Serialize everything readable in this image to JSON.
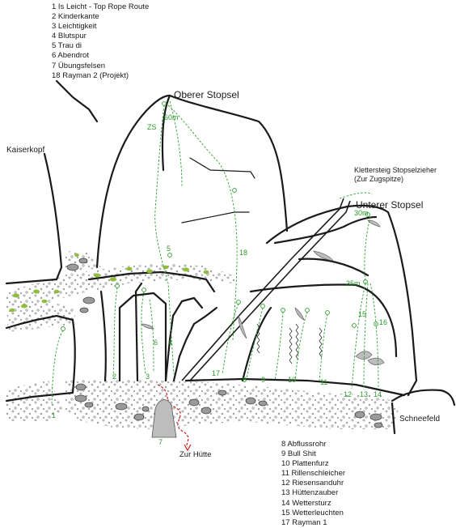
{
  "legend_top": [
    "1 Is Leicht - Top Rope Route",
    "2 Kinderkante",
    "3 Leichtigkeit",
    "4 Blutspur",
    "5 Trau di",
    "6 Abendrot",
    "7 Übungsfelsen",
    "18 Rayman 2 (Projekt)"
  ],
  "legend_bottom": [
    "8 Abflussrohr",
    "9 Bull Shit",
    "10 Plattenfurz",
    "11 Rillenschleicher",
    "12 Riesensanduhr",
    "13 Hüttenzauber",
    "14 Wettersturz",
    "15 Wetterleuchten",
    "17 Rayman 1"
  ],
  "labels": {
    "oberer": "Oberer Stopsel",
    "unterer": "Unterer Stopsel",
    "kaiserkopf": "Kaiserkopf",
    "klettersteig_line1": "Klettersteig Stopselzieher",
    "klettersteig_line2": "(Zur Zugspitze)",
    "schneefeld": "Schneefeld",
    "zur_huette": "Zur Hütte"
  },
  "route_numbers": {
    "r1": "1",
    "r2": "2",
    "r3": "3",
    "r4": "4",
    "r5": "5",
    "r6": "6",
    "r7": "7",
    "r8": "8",
    "r9": "9",
    "r10": "10",
    "r11": "11",
    "r12": "12",
    "r13": "13",
    "r14": "14",
    "r15": "15",
    "r16": "16",
    "r17": "17",
    "r18": "18"
  },
  "height_marks": {
    "h60": "60m",
    "h30": "30m",
    "h35": "35m",
    "zs": "ZS"
  },
  "colors": {
    "route": "#2a9a2a",
    "path": "#d11f1f",
    "rock": "#1a1a1a",
    "bush": "#8fbf3a"
  }
}
